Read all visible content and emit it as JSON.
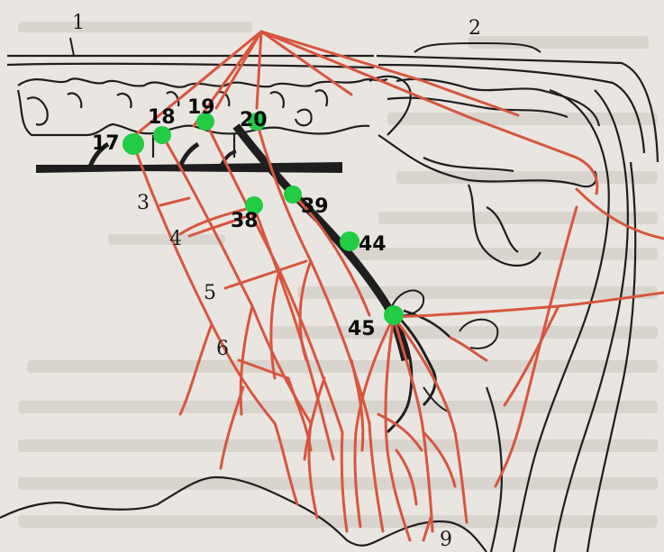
{
  "diagram": {
    "region_labels": [
      "1",
      "2",
      "3",
      "4",
      "5",
      "6",
      "9"
    ],
    "markers": [
      "17",
      "18",
      "19",
      "20",
      "38",
      "39",
      "44",
      "45"
    ],
    "colors": {
      "background": "#e9e6e1",
      "background_text": "#d5d1cb",
      "nerve": "#d8553f",
      "outline": "#1e1e1e",
      "marker": "#22cc44",
      "marker_label": "#0b0b0b"
    }
  }
}
